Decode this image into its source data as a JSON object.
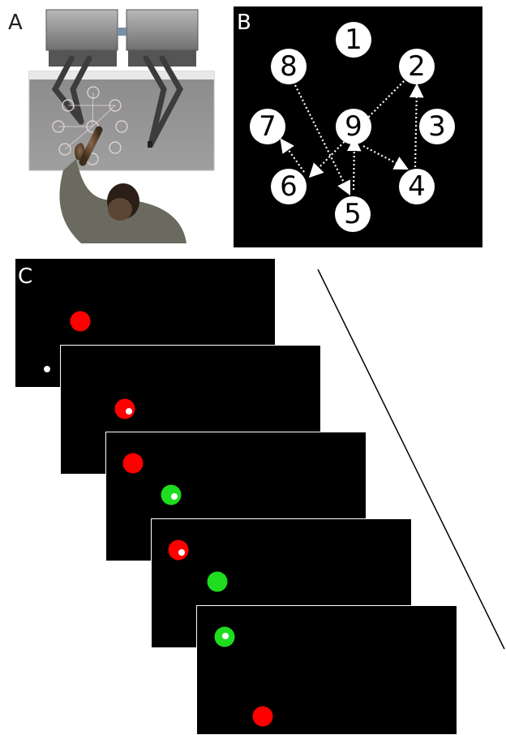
{
  "panels": {
    "a_label": "A",
    "b_label": "B",
    "c_label": "C"
  },
  "panel_b": {
    "targets": [
      {
        "label": "1"
      },
      {
        "label": "2"
      },
      {
        "label": "3"
      },
      {
        "label": "4"
      },
      {
        "label": "5"
      },
      {
        "label": "6"
      },
      {
        "label": "7"
      },
      {
        "label": "8"
      },
      {
        "label": "9"
      }
    ]
  },
  "colors": {
    "red_target": "#ff0000",
    "green_target": "#1fdc1f",
    "cursor": "#ffffff",
    "screen_bg": "#000000"
  }
}
